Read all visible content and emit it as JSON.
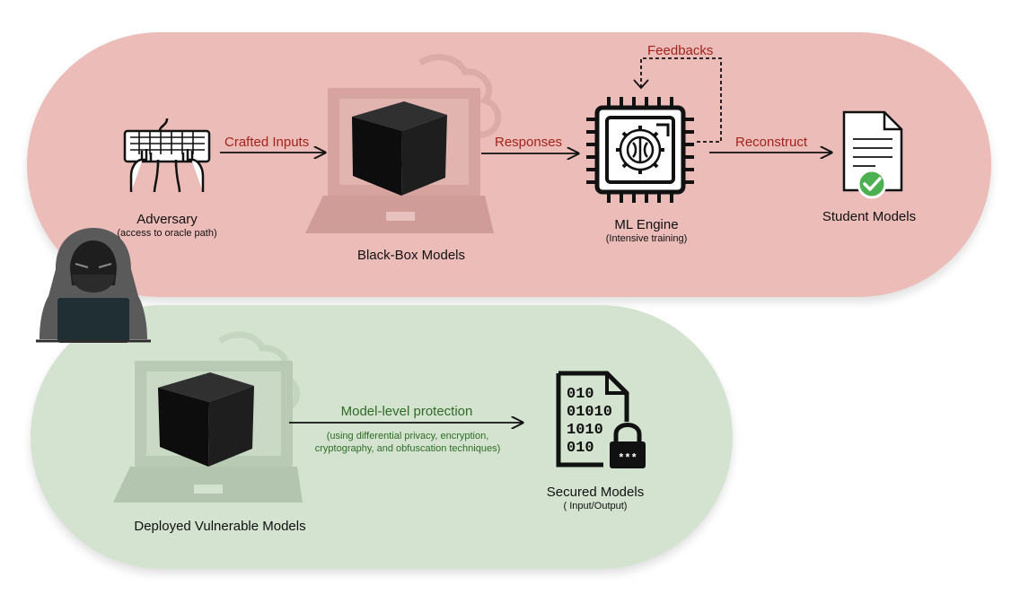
{
  "top_flow": {
    "adversary": {
      "title": "Adversary",
      "subtitle": "(access to oracle path)"
    },
    "crafted_inputs": "Crafted Inputs",
    "black_box": "Black-Box Models",
    "responses": "Responses",
    "ml_engine": {
      "title": "ML Engine",
      "subtitle": "(Intensive training)"
    },
    "feedbacks": "Feedbacks",
    "reconstruct": "Reconstruct",
    "student_models": "Student Models"
  },
  "bottom_flow": {
    "deployed": "Deployed Vulnerable Models",
    "protection": "Model-level protection",
    "protection_note_1": "(using differential privacy, encryption,",
    "protection_note_2": "cryptography, and obfuscation techniques)",
    "secured": {
      "title": "Secured Models",
      "subtitle": "( Input/Output)"
    },
    "binary_lines": [
      "010",
      "01010",
      "1010",
      "010"
    ],
    "lock_text": "***"
  },
  "colors": {
    "top_panel": "#ebbcb8",
    "bottom_panel": "#d3e3d0",
    "top_label": "#a5221d",
    "bottom_label": "#2f6b26",
    "check": "#4caf50"
  },
  "icons": [
    "keyboard-hands-icon",
    "laptop-icon",
    "cloud-icon",
    "black-box-cube-icon",
    "chip-icon",
    "brain-gear-icon",
    "document-icon",
    "checkmark-icon",
    "hacker-icon",
    "binary-file-icon",
    "lock-icon"
  ]
}
